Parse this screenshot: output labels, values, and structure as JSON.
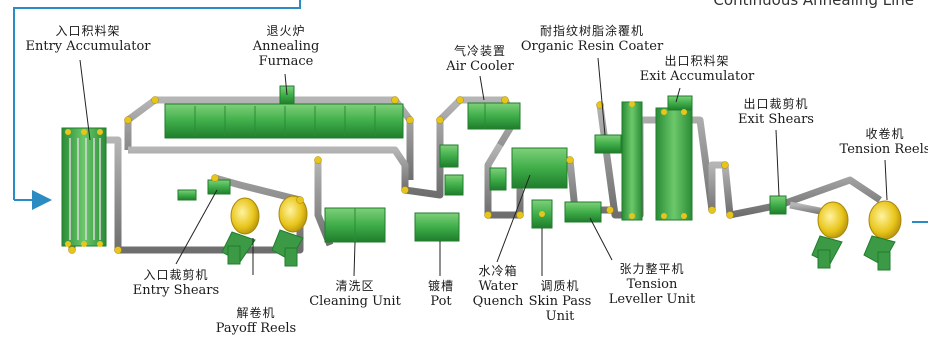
{
  "title": "Continuous Annealing Line",
  "colors": {
    "frame": "#2b8cc4",
    "equipment": "#3fae49",
    "strip": "#8c8c8c",
    "roller": "#e8c51a",
    "machine": "#3c9a46"
  },
  "labels": {
    "entry_accumulator": {
      "cn": "入口积料架",
      "en": "Entry Accumulator"
    },
    "annealing_furnace": {
      "cn": "退火炉",
      "en1": "Annealing",
      "en2": "Furnace"
    },
    "air_cooler": {
      "cn": "气冷装置",
      "en": "Air Cooler"
    },
    "organic_resin_coater": {
      "cn": "耐指纹树脂涂覆机",
      "en": "Organic Resin Coater"
    },
    "exit_accumulator": {
      "cn": "出口积料架",
      "en": "Exit Accumulator"
    },
    "exit_shears": {
      "cn": "出口裁剪机",
      "en": "Exit Shears"
    },
    "tension_reels": {
      "cn": "收卷机",
      "en": "Tension Reels"
    },
    "entry_shears": {
      "cn": "入口裁剪机",
      "en": "Entry Shears"
    },
    "payoff_reels": {
      "cn": "解卷机",
      "en": "Payoff Reels"
    },
    "cleaning_unit": {
      "cn": "清洗区",
      "en": "Cleaning Unit"
    },
    "pot": {
      "cn": "镀槽",
      "en": "Pot"
    },
    "water_quench": {
      "cn": "水冷箱",
      "en1": "Water",
      "en2": "Quench"
    },
    "skin_pass": {
      "cn": "调质机",
      "en1": "Skin Pass",
      "en2": "Unit"
    },
    "tension_leveller": {
      "cn": "张力整平机",
      "en1": "Tension",
      "en2": "Leveller Unit"
    }
  }
}
